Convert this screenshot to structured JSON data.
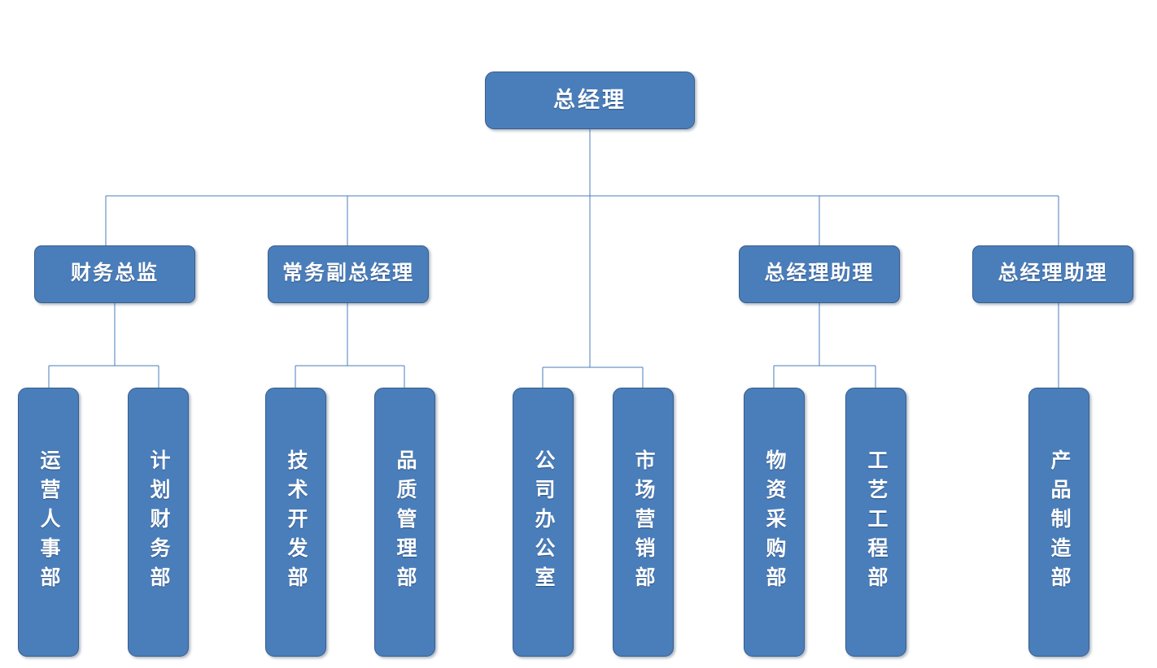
{
  "chart": {
    "type": "org-chart",
    "title": "",
    "theme": {
      "box_fill": "#4A7EBB",
      "box_border": "#385D8A",
      "connector_color": "#4A7EBB",
      "text_color": "#FFFFFF",
      "background": "#FFFFFF"
    },
    "levels": 3
  },
  "nodes": {
    "root": {
      "label": "总经理",
      "level": 1
    },
    "level2": [
      {
        "id": "cfo",
        "label": "财务总监"
      },
      {
        "id": "evgm",
        "label": "常务副总经理"
      },
      {
        "id": "gm_asst_1",
        "label": "总经理助理"
      },
      {
        "id": "gm_asst_2",
        "label": "总经理助理"
      }
    ],
    "level3": [
      {
        "id": "dept_ops_hr",
        "label": "运营人事部",
        "parent": "cfo"
      },
      {
        "id": "dept_plan_fin",
        "label": "计划财务部",
        "parent": "cfo"
      },
      {
        "id": "dept_tech_dev",
        "label": "技术开发部",
        "parent": "evgm"
      },
      {
        "id": "dept_quality",
        "label": "品质管理部",
        "parent": "evgm"
      },
      {
        "id": "dept_office",
        "label": "公司办公室",
        "parent": "root"
      },
      {
        "id": "dept_marketing",
        "label": "市场营销部",
        "parent": "root"
      },
      {
        "id": "dept_procurement",
        "label": "物资采购部",
        "parent": "gm_asst_1"
      },
      {
        "id": "dept_process_eng",
        "label": "工艺工程部",
        "parent": "gm_asst_1"
      },
      {
        "id": "dept_manufacture",
        "label": "产品制造部",
        "parent": "gm_asst_2"
      }
    ]
  }
}
